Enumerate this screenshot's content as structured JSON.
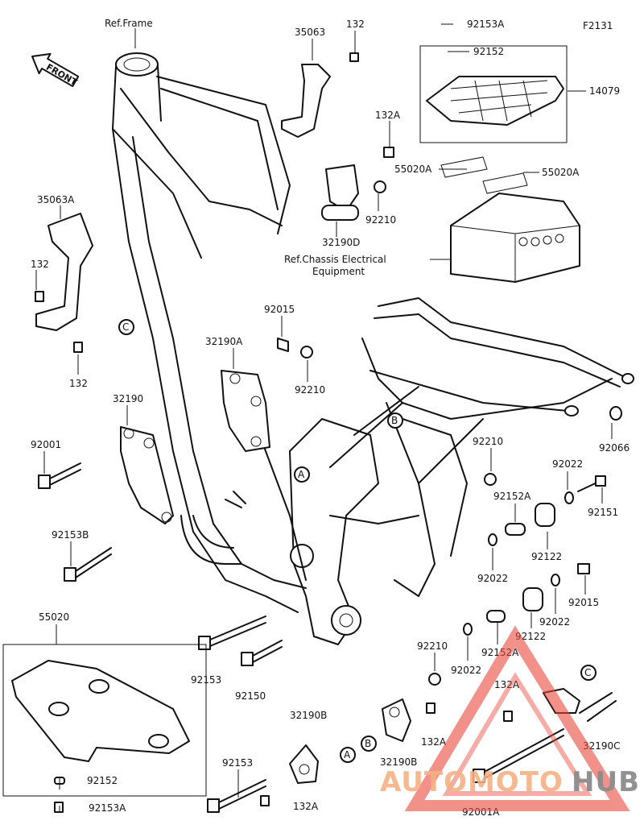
{
  "figure_code": "F2131",
  "front_label": "FRONT",
  "refs": {
    "frame": "Ref.Frame",
    "chassis_line1": "Ref.Chassis Electrical",
    "chassis_line2": "Equipment"
  },
  "circle_markers": {
    "a": "A",
    "b": "B",
    "c": "C"
  },
  "part_labels": {
    "p35063": "35063",
    "p132_top": "132",
    "p132A_top": "132A",
    "p32190D": "32190D",
    "p92210_top": "92210",
    "p35063A": "35063A",
    "p132_left1": "132",
    "p132_left2": "132",
    "p92015_a": "92015",
    "p32190A": "32190A",
    "p92210_mid": "92210",
    "p32190": "32190",
    "p92001": "92001",
    "p92153B": "92153B",
    "p92153A_top": "92153A",
    "p92152_top": "92152",
    "p14079": "14079",
    "p55020A_1": "55020A",
    "p55020A_2": "55020A",
    "p92066": "92066",
    "p92210_right": "92210",
    "p92022_a": "92022",
    "p92151": "92151",
    "p92152A_a": "92152A",
    "p92122_a": "92122",
    "p92022_b": "92022",
    "p92015_b": "92015",
    "p92022_c": "92022",
    "p92122_b": "92122",
    "p92152A_b": "92152A",
    "p92022_d": "92022",
    "p92210_low": "92210",
    "p92153": "92153",
    "p92150": "92150",
    "p132A_low": "132A",
    "p132A_low2": "132A",
    "p32190B_a": "32190B",
    "p32190B_b": "32190B",
    "p32190C": "32190C",
    "p92001A": "92001A",
    "p55020": "55020",
    "p92152_low": "92152",
    "p92153A_low": "92153A",
    "p92153_low": "92153",
    "p132A_bottom": "132A"
  },
  "watermark": {
    "part1": "AUTOMOTO",
    "part2": "HUB",
    "color1": "#f4b183",
    "color2": "#8c8c8c",
    "triangle_color": "#e8473a"
  }
}
